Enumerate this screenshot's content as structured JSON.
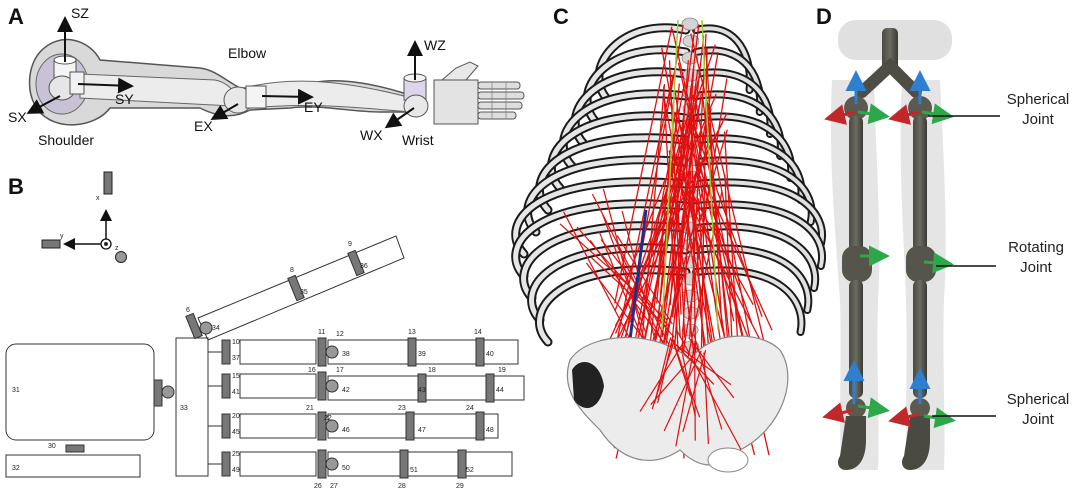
{
  "panels": {
    "a": "A",
    "b": "B",
    "c": "C",
    "d": "D"
  },
  "arm": {
    "sz": "SZ",
    "sx": "SX",
    "sy": "SY",
    "shoulder": "Shoulder",
    "elbow": "Elbow",
    "ex": "EX",
    "ey": "EY",
    "wz": "WZ",
    "wx": "WX",
    "wrist": "Wrist"
  },
  "axes_b": {
    "x": "x",
    "y": "y",
    "z": "z"
  },
  "blocks_b": {
    "n31": "31",
    "n32": "32",
    "n30": "30",
    "n33": "33",
    "n6": "6",
    "n34": "34",
    "n8": "8",
    "n35": "35",
    "n9": "9",
    "n36": "36",
    "n10": "10",
    "n37": "37",
    "n11": "11",
    "n12": "12",
    "n38": "38",
    "n13": "13",
    "n39": "39",
    "n14": "14",
    "n40": "40",
    "n15": "15",
    "n41": "41",
    "n16": "16",
    "n17": "17",
    "n42": "42",
    "n18": "18",
    "n43": "43",
    "n44": "44",
    "n19": "19",
    "n20": "20",
    "n45": "45",
    "n21": "21",
    "n22": "22",
    "n46": "46",
    "n23": "23",
    "n47": "47",
    "n24": "24",
    "n48": "48",
    "n25": "25",
    "n49": "49",
    "n26": "26",
    "n27": "27",
    "n50": "50",
    "n28": "28",
    "n51": "51",
    "n29": "29",
    "n52": "52"
  },
  "legs": {
    "spherical_top_1": "Spherical",
    "spherical_top_2": "Joint",
    "rotating_1": "Rotating",
    "rotating_2": "Joint",
    "spherical_bot_1": "Spherical",
    "spherical_bot_2": "Joint"
  },
  "colors": {
    "muscle": "#e01010",
    "spine_green": "#9acd32",
    "bone_dark": "#1a1a1a",
    "axis_red": "#c0282a",
    "axis_green": "#2ca84a",
    "axis_blue": "#2f7fd0"
  }
}
